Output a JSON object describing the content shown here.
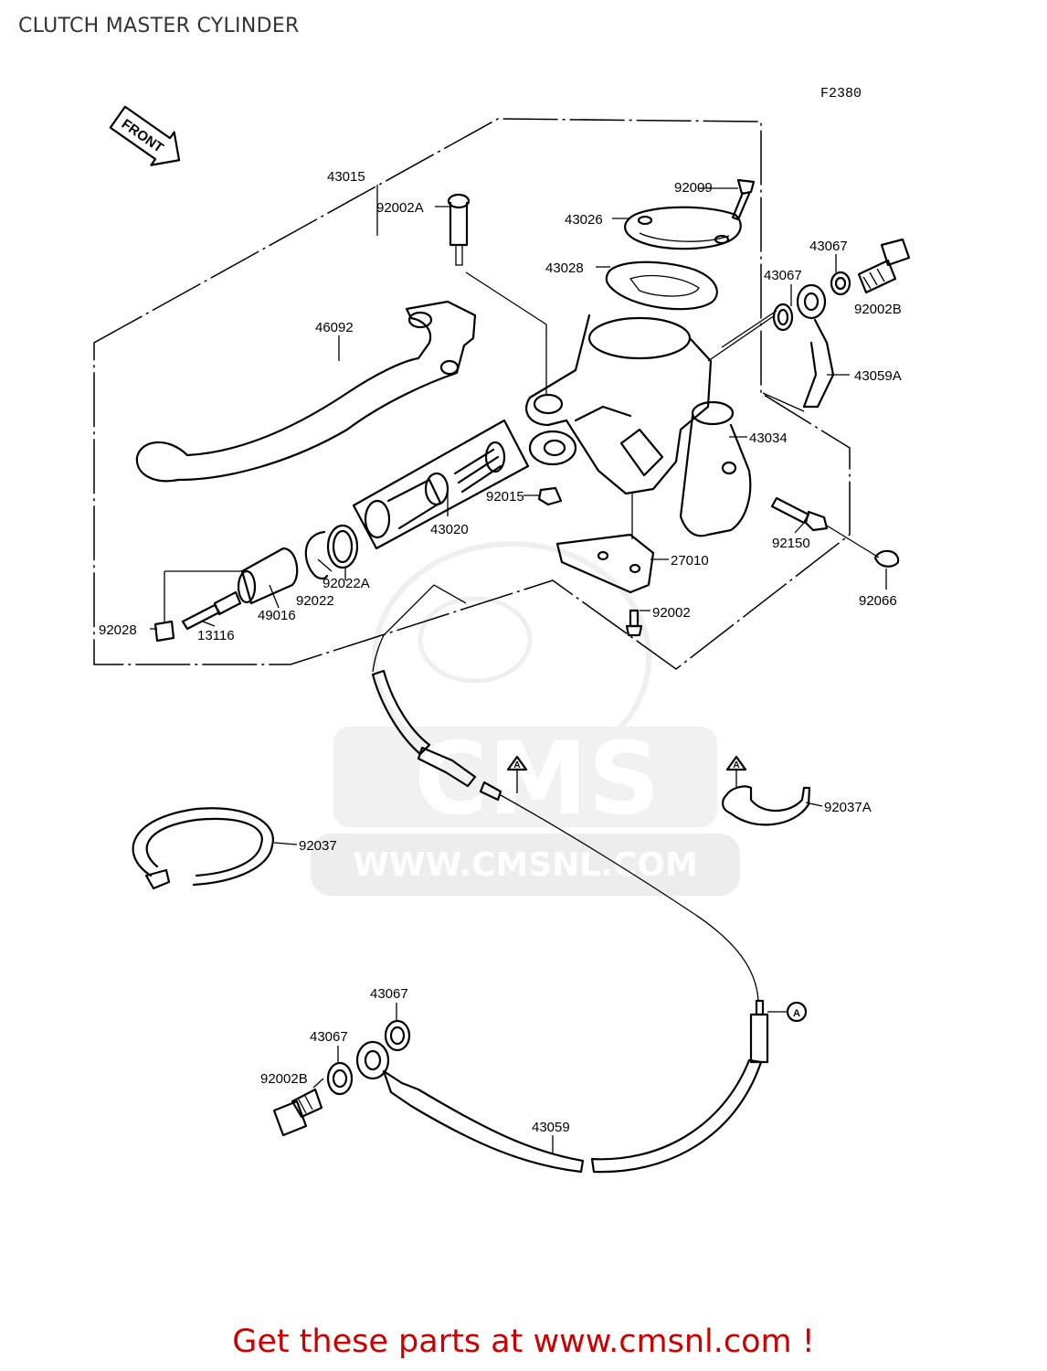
{
  "title": "CLUTCH MASTER CYLINDER",
  "figure_code": "F2380",
  "front_label": "FRONT",
  "watermark": {
    "logo_text": "CMS",
    "url": "WWW.CMSNL.COM"
  },
  "reference_mark": "A",
  "parts": [
    {
      "id": "p-43015",
      "number": "43015"
    },
    {
      "id": "p-92002a",
      "number": "92002A"
    },
    {
      "id": "p-46092",
      "number": "46092"
    },
    {
      "id": "p-92009",
      "number": "92009"
    },
    {
      "id": "p-43026",
      "number": "43026"
    },
    {
      "id": "p-43028",
      "number": "43028"
    },
    {
      "id": "p-43067-top-a",
      "number": "43067"
    },
    {
      "id": "p-43067-top-b",
      "number": "43067"
    },
    {
      "id": "p-92002b-top",
      "number": "92002B"
    },
    {
      "id": "p-43059a",
      "number": "43059A"
    },
    {
      "id": "p-43034",
      "number": "43034"
    },
    {
      "id": "p-92015",
      "number": "92015"
    },
    {
      "id": "p-43020",
      "number": "43020"
    },
    {
      "id": "p-92150",
      "number": "92150"
    },
    {
      "id": "p-27010",
      "number": "27010"
    },
    {
      "id": "p-92022a",
      "number": "92022A"
    },
    {
      "id": "p-92022",
      "number": "92022"
    },
    {
      "id": "p-49016",
      "number": "49016"
    },
    {
      "id": "p-92028",
      "number": "92028"
    },
    {
      "id": "p-13116",
      "number": "13116"
    },
    {
      "id": "p-92002",
      "number": "92002"
    },
    {
      "id": "p-92066",
      "number": "92066"
    },
    {
      "id": "p-92037",
      "number": "92037"
    },
    {
      "id": "p-92037a",
      "number": "92037A"
    },
    {
      "id": "p-43067-bot-a",
      "number": "43067"
    },
    {
      "id": "p-43067-bot-b",
      "number": "43067"
    },
    {
      "id": "p-92002b-bot",
      "number": "92002B"
    },
    {
      "id": "p-43059",
      "number": "43059"
    }
  ],
  "promo_text": "Get these parts at www.cmsnl.com !",
  "colors": {
    "promo": "#cc0000",
    "title": "#333333",
    "watermark": "#d8d8d8"
  }
}
